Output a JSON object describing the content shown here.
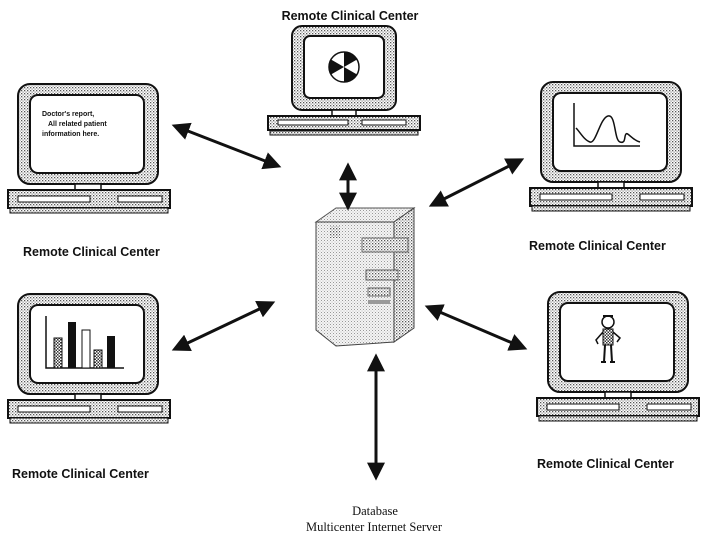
{
  "nodes": {
    "top": {
      "label": "Remote Clinical Center",
      "screen": "pie-chart-icon"
    },
    "left_upper": {
      "label": "Remote Clinical Center",
      "screen_text": [
        "Doctor's report,",
        "All related patient",
        "information here."
      ]
    },
    "right_upper": {
      "label": "Remote Clinical Center",
      "screen": "line-graph-icon"
    },
    "left_lower": {
      "label": "Remote Clinical Center",
      "screen": "bar-chart-icon"
    },
    "right_lower": {
      "label": "Remote Clinical Center",
      "screen": "person-figure-icon"
    }
  },
  "server": {
    "line1": "Database",
    "line2": "Multicenter Internet Server"
  },
  "colors": {
    "ink": "#111111",
    "screen": "#ffffff",
    "dither": "#9a9a9a"
  }
}
